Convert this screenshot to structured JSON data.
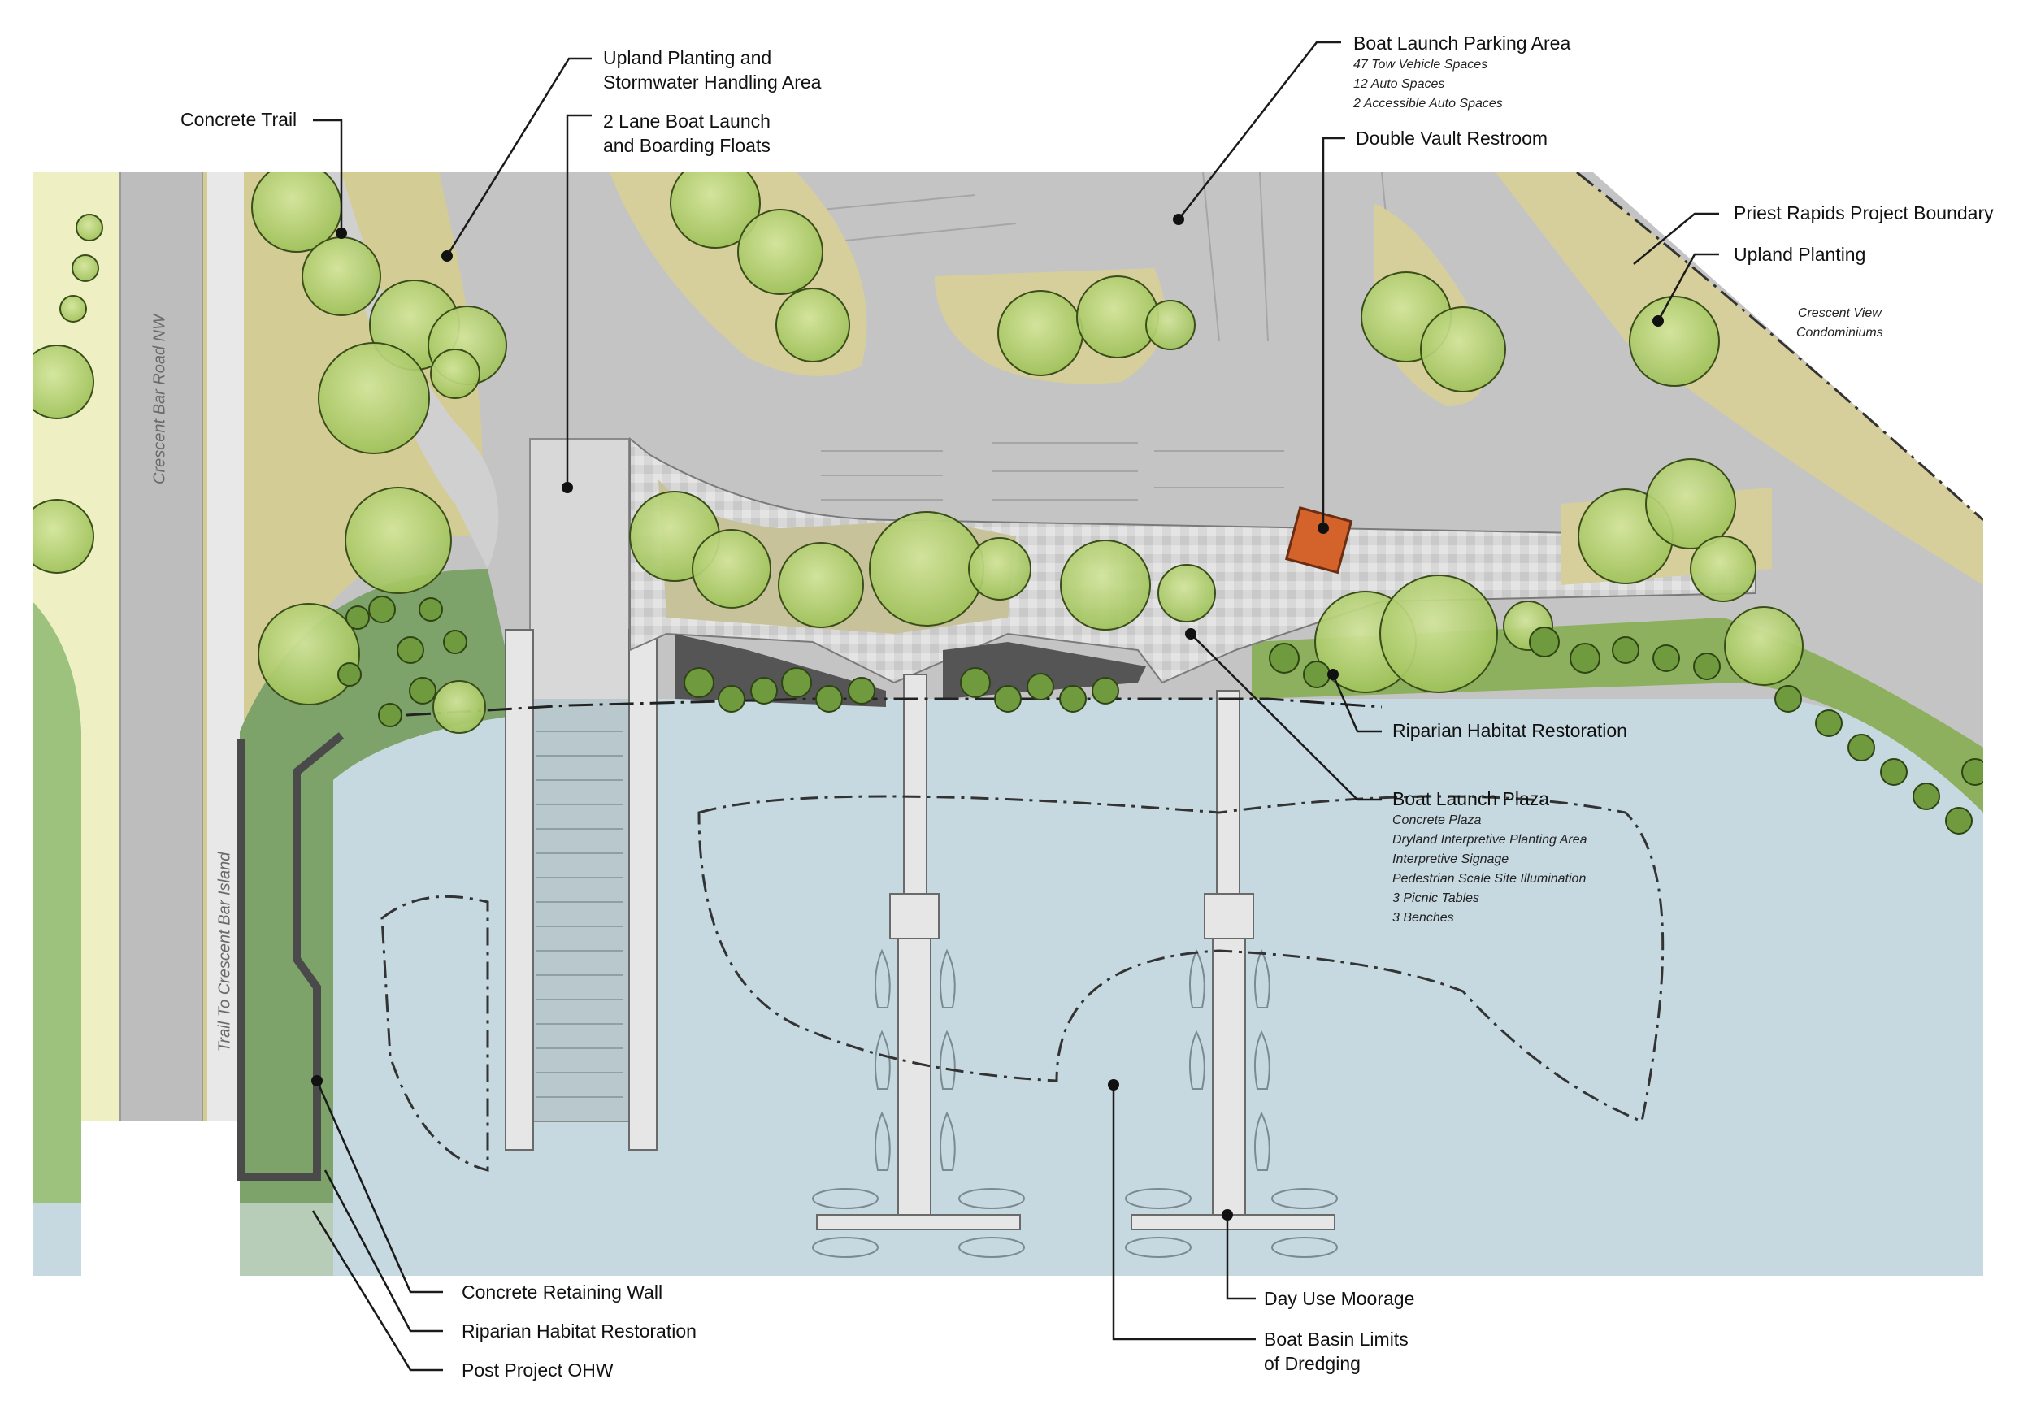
{
  "labels": {
    "concrete_trail": "Concrete Trail",
    "upland_stormwater_1": "Upland Planting and",
    "upland_stormwater_2": "Stormwater Handling Area",
    "boat_launch_1": "2 Lane Boat Launch",
    "boat_launch_2": "and Boarding Floats",
    "parking_title": "Boat Launch Parking Area",
    "parking_items": [
      "47 Tow Vehicle Spaces",
      "12 Auto Spaces",
      "2 Accessible Auto Spaces"
    ],
    "restroom": "Double Vault Restroom",
    "priest_rapids": "Priest Rapids Project Boundary",
    "upland_planting": "Upland Planting",
    "condo_1": "Crescent View",
    "condo_2": "Condominiums",
    "riparian_right": "Riparian Habitat Restoration",
    "plaza_title": "Boat Launch Plaza",
    "plaza_items": [
      "Concrete Plaza",
      "Dryland Interpretive Planting Area",
      "Interpretive Signage",
      "Pedestrian Scale Site Illumination",
      "3 Picnic Tables",
      "3 Benches"
    ],
    "retaining_wall": "Concrete Retaining Wall",
    "riparian_left": "Riparian Habitat Restoration",
    "ohw": "Post Project OHW",
    "moorage": "Day Use Moorage",
    "dredge_1": "Boat Basin Limits",
    "dredge_2": "of Dredging",
    "road_name": "Crescent Bar Road NW",
    "trail_name": "Trail To Crescent Bar Island"
  },
  "colors": {
    "water": "#c6d9e0",
    "pavement": "#c4c4c4",
    "tree": "#b9d47a",
    "shrub": "#6f9a3e",
    "restroom_roof": "#d4622b"
  }
}
